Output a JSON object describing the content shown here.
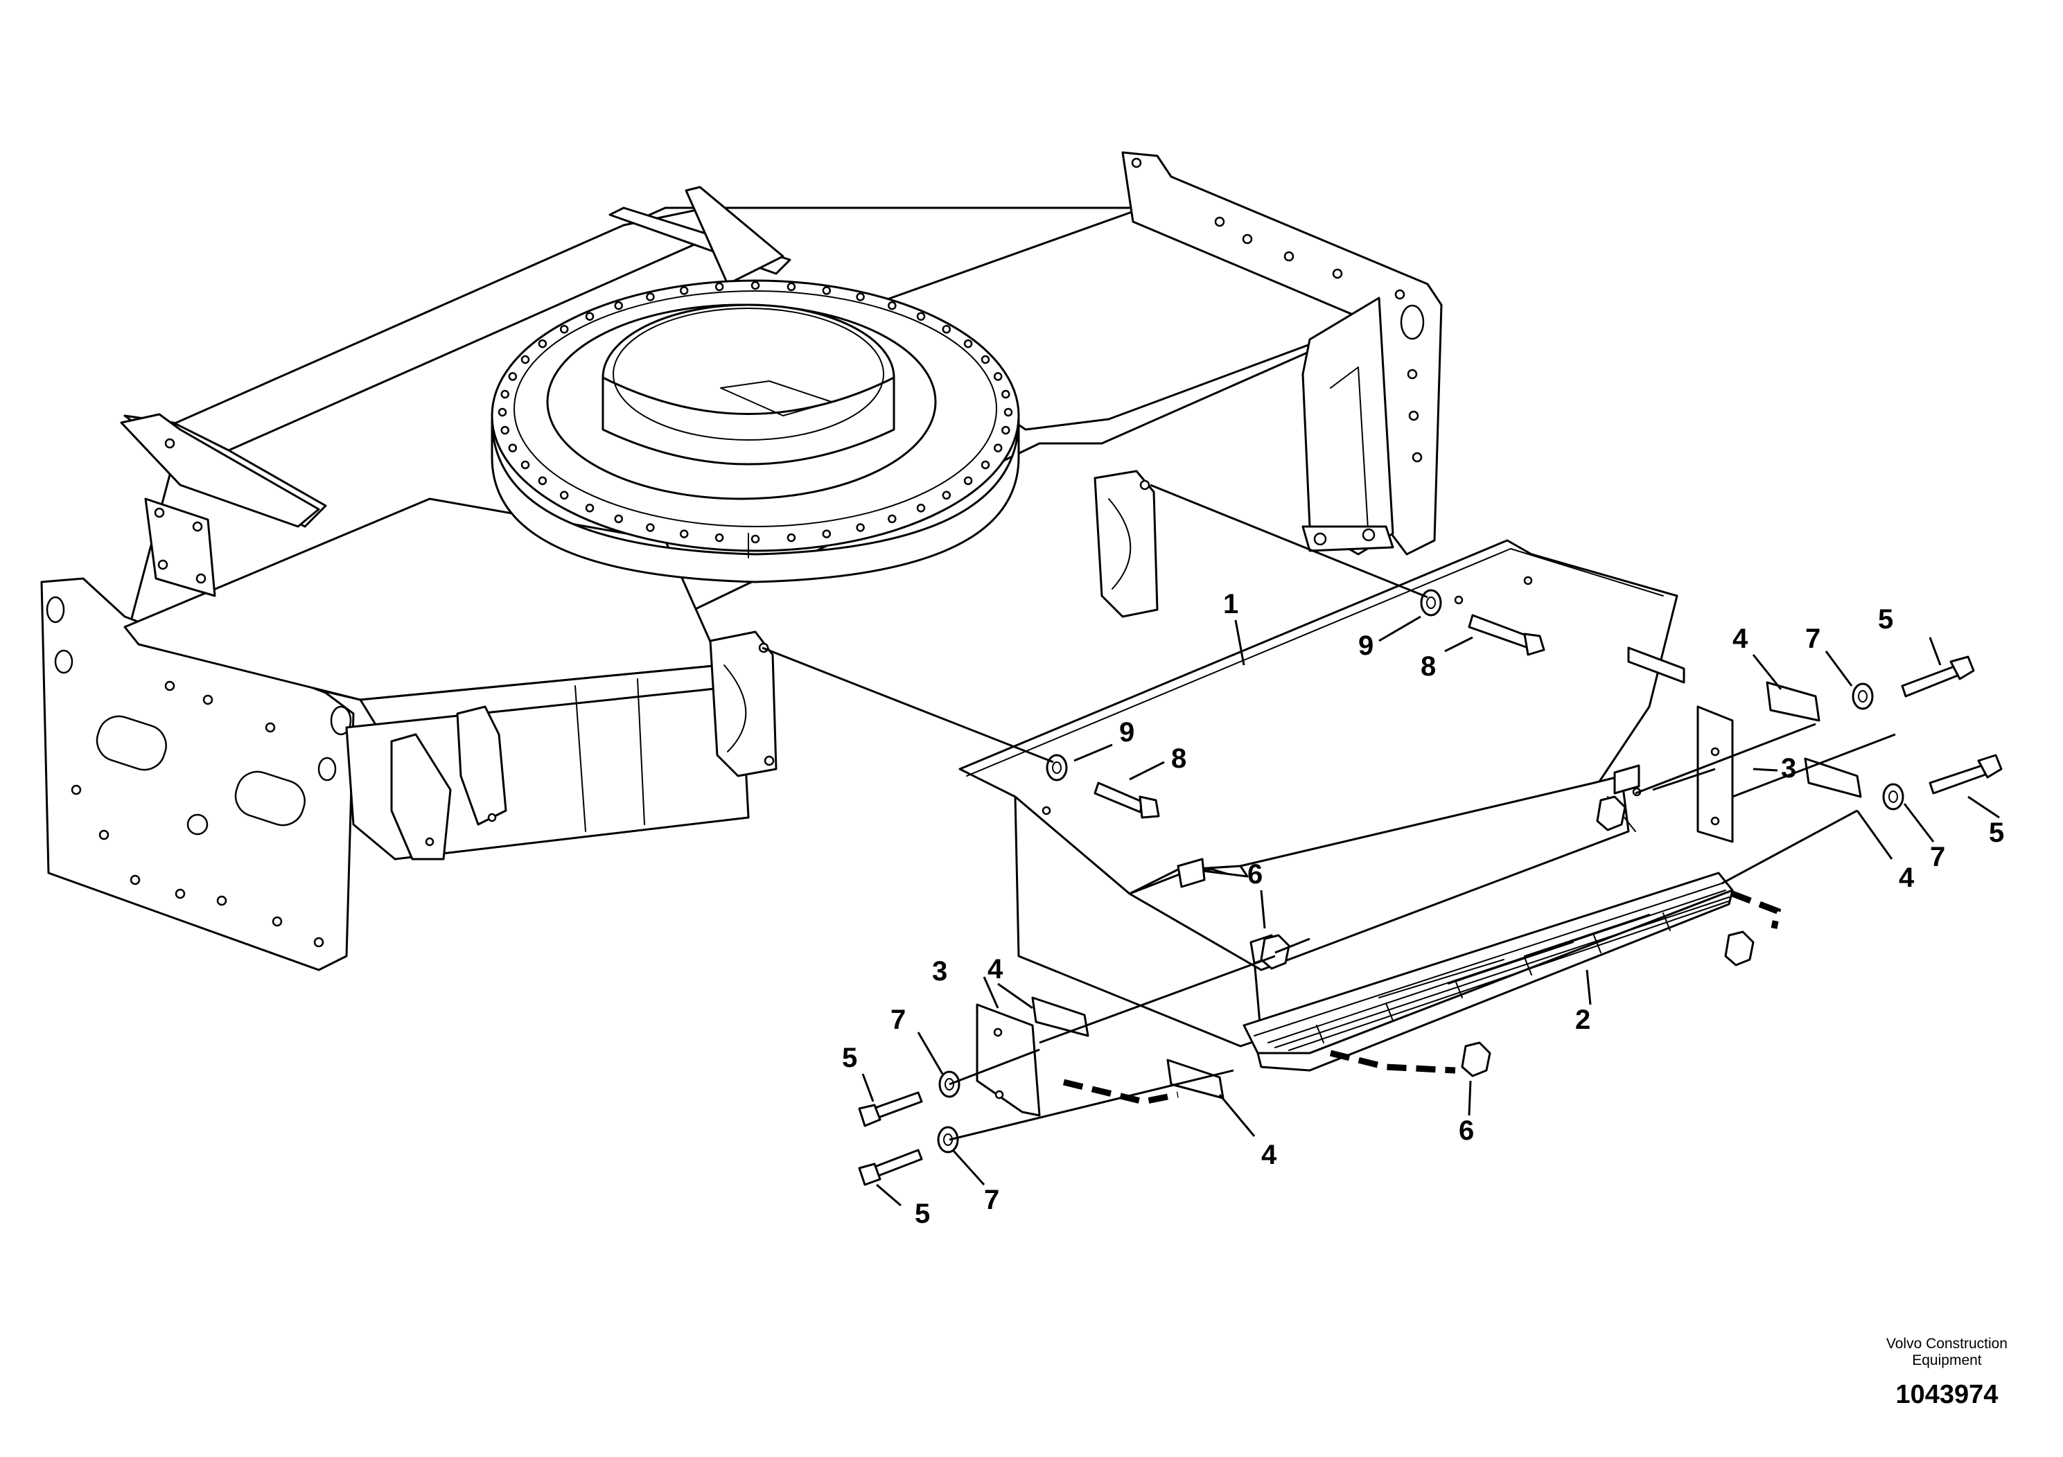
{
  "callouts": [
    {
      "id": "lbl-1-top",
      "text": "1"
    },
    {
      "id": "lbl-2",
      "text": "2"
    },
    {
      "id": "lbl-3-right",
      "text": "3"
    },
    {
      "id": "lbl-3-left",
      "text": "3"
    },
    {
      "id": "lbl-4-right-top",
      "text": "4"
    },
    {
      "id": "lbl-4-right-bottom",
      "text": "4"
    },
    {
      "id": "lbl-4-left-top",
      "text": "4"
    },
    {
      "id": "lbl-4-left-bottom",
      "text": "4"
    },
    {
      "id": "lbl-5-right-top",
      "text": "5"
    },
    {
      "id": "lbl-5-right-bottom",
      "text": "5"
    },
    {
      "id": "lbl-5-left-top",
      "text": "5"
    },
    {
      "id": "lbl-5-left-bottom",
      "text": "5"
    },
    {
      "id": "lbl-6-top",
      "text": "6"
    },
    {
      "id": "lbl-6-bottom",
      "text": "6"
    },
    {
      "id": "lbl-7-right-top",
      "text": "7"
    },
    {
      "id": "lbl-7-right-bottom",
      "text": "7"
    },
    {
      "id": "lbl-7-left-top",
      "text": "7"
    },
    {
      "id": "lbl-7-left-bottom",
      "text": "7"
    },
    {
      "id": "lbl-8-right",
      "text": "8"
    },
    {
      "id": "lbl-8-left",
      "text": "8"
    },
    {
      "id": "lbl-9-right",
      "text": "9"
    },
    {
      "id": "lbl-9-left",
      "text": "9"
    }
  ],
  "credit": {
    "manufacturer_line1": "Volvo Construction",
    "manufacturer_line2": "Equipment",
    "drawing_number": "1043974"
  }
}
